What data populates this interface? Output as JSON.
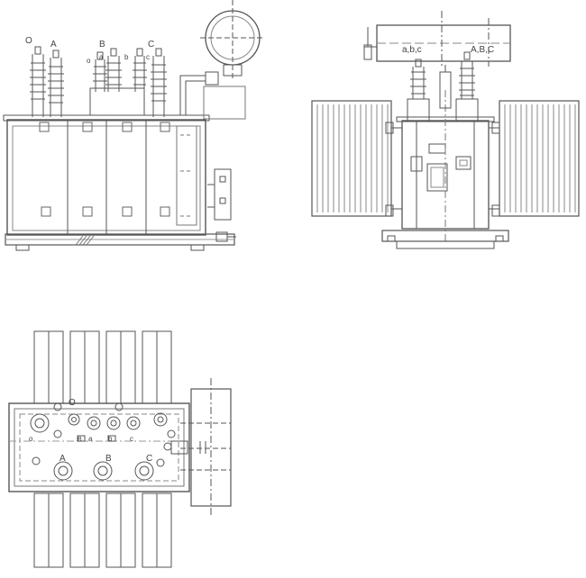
{
  "front_view": {
    "bushing_labels": [
      "O",
      "A",
      "B",
      "C"
    ],
    "lv_labels": [
      "o",
      "a",
      "b",
      "c"
    ]
  },
  "side_view": {
    "conservator_labels": [
      "a,b,c",
      "A,B,C"
    ]
  },
  "top_view": {
    "terminal_labels": [
      "A",
      "B",
      "C",
      "O"
    ],
    "lv_labels": [
      "o",
      "a",
      "b",
      "c"
    ],
    "small_marks": [
      "B"
    ]
  }
}
